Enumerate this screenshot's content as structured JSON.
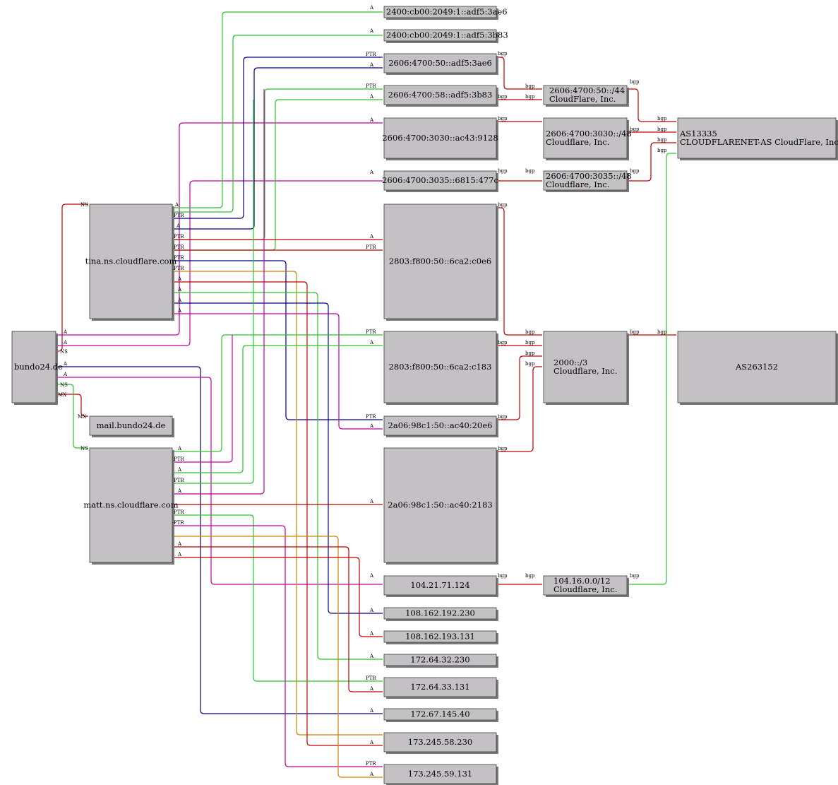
{
  "colors": {
    "red": "#c00000",
    "green": "#2bc42b",
    "blue": "#00007f",
    "magenta": "#c000a0",
    "orange": "#cc8400",
    "node_fill": "#c3c1c4"
  },
  "nodes": {
    "bundo": [
      "bundo24.de"
    ],
    "tina": [
      "tina.ns.cloudflare.com"
    ],
    "matt": [
      "matt.ns.cloudflare.com"
    ],
    "mail": [
      "mail.bundo24.de"
    ],
    "ip_2400_a": [
      "2400:cb00:2049:1::adf5:3ae6"
    ],
    "ip_2400_b": [
      "2400:cb00:2049:1::adf5:3b83"
    ],
    "ip_2606_50": [
      "2606:4700:50::adf5:3ae6"
    ],
    "ip_2606_58": [
      "2606:4700:58::adf5:3b83"
    ],
    "ip_2606_3030": [
      "2606:4700:3030::ac43:9128"
    ],
    "ip_2606_3035": [
      "2606:4700:3035::6815:477c"
    ],
    "ip_2803_c0e6": [
      "2803:f800:50::6ca2:c0e6"
    ],
    "ip_2803_c183": [
      "2803:f800:50::6ca2:c183"
    ],
    "ip_2a06_20e6": [
      "2a06:98c1:50::ac40:20e6"
    ],
    "ip_2a06_2183": [
      "2a06:98c1:50::ac40:2183"
    ],
    "ip_104": [
      "104.21.71.124"
    ],
    "ip_108_192": [
      "108.162.192.230"
    ],
    "ip_108_193": [
      "108.162.193.131"
    ],
    "ip_172_32": [
      "172.64.32.230"
    ],
    "ip_172_33": [
      "172.64.33.131"
    ],
    "ip_172_145": [
      "172.67.145.40"
    ],
    "ip_173_58": [
      "173.245.58.230"
    ],
    "ip_173_59": [
      "173.245.59.131"
    ],
    "pfx_2606_44": [
      "2606:4700:50::/44",
      "CloudFlare, Inc."
    ],
    "pfx_2606_3030": [
      "2606:4700:3030::/48",
      "Cloudflare, Inc."
    ],
    "pfx_2606_3035": [
      "2606:4700:3035::/48",
      "Cloudflare, Inc."
    ],
    "pfx_2000": [
      "2000::/3",
      "Cloudflare, Inc."
    ],
    "pfx_104": [
      "104.16.0.0/12",
      "Cloudflare, Inc."
    ],
    "as13335": [
      "AS13335",
      "CLOUDFLARENET-AS CloudFlare, Inc."
    ],
    "as263152": [
      "AS263152"
    ]
  },
  "edge_labels": {
    "a": "A",
    "ptr": "PTR",
    "ns": "NS",
    "mx": "MX",
    "bgp": "bgp"
  }
}
